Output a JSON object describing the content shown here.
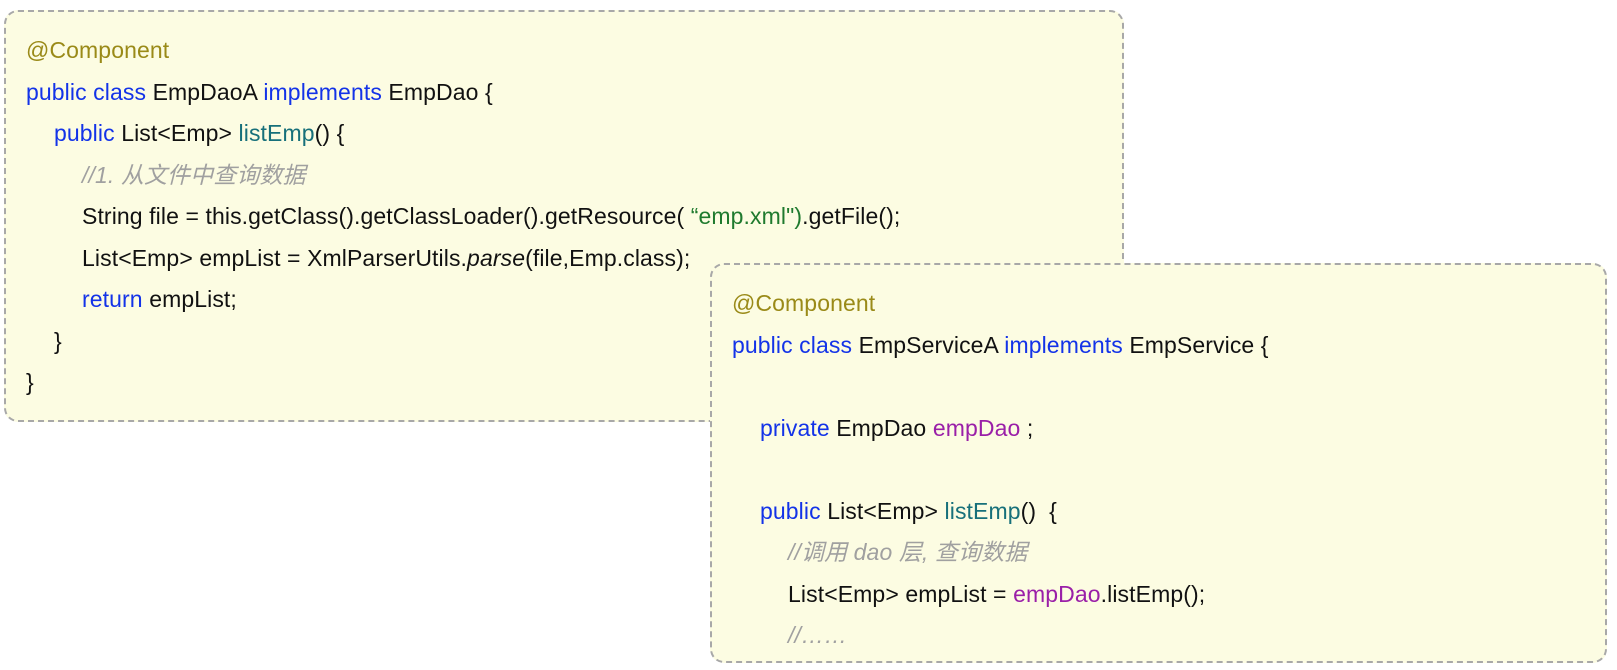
{
  "page": {
    "background_color": "#ffffff",
    "card_background_color": "#FCFCE2",
    "card_border_color": "#A8A8A8"
  },
  "palette": {
    "annotation": "#9A8A18",
    "keyword": "#1333E8",
    "plain": "#111111",
    "method": "#17707A",
    "string": "#1F7A2E",
    "field": "#9A1FA8",
    "comment": "#A0A0A0"
  },
  "cards": [
    {
      "id": "emp-dao-a",
      "title": "EmpDaoA",
      "lines": [
        {
          "indent": 0,
          "tokens": [
            {
              "t": "@Component",
              "c": "ann"
            }
          ]
        },
        {
          "indent": 0,
          "tokens": [
            {
              "t": "public class ",
              "c": "kw"
            },
            {
              "t": "EmpDaoA ",
              "c": "plain"
            },
            {
              "t": "implements ",
              "c": "kw"
            },
            {
              "t": "EmpDao {",
              "c": "plain"
            }
          ]
        },
        {
          "indent": 1,
          "tokens": [
            {
              "t": "public ",
              "c": "kw"
            },
            {
              "t": "List<Emp> ",
              "c": "plain"
            },
            {
              "t": "listEmp",
              "c": "method"
            },
            {
              "t": "() {",
              "c": "plain"
            }
          ]
        },
        {
          "indent": 2,
          "tokens": [
            {
              "t": "//1. 从文件中查询数据",
              "c": "comment"
            }
          ]
        },
        {
          "indent": 2,
          "tokens": [
            {
              "t": "String file = this.getClass().getClassLoader().getResource( ",
              "c": "plain"
            },
            {
              "t": "“emp.xml\")",
              "c": "string"
            },
            {
              "t": ".getFile();",
              "c": "plain"
            }
          ]
        },
        {
          "indent": 2,
          "tokens": [
            {
              "t": "List<Emp> empList = XmlParserUtils.",
              "c": "plain"
            },
            {
              "t": "parse",
              "c": "italic"
            },
            {
              "t": "(file,Emp.class);",
              "c": "plain"
            }
          ]
        },
        {
          "indent": 2,
          "tokens": [
            {
              "t": "return ",
              "c": "kw"
            },
            {
              "t": "empList;",
              "c": "plain"
            }
          ]
        },
        {
          "indent": 1,
          "tokens": [
            {
              "t": "}",
              "c": "plain"
            }
          ]
        },
        {
          "indent": 0,
          "tokens": [
            {
              "t": "}",
              "c": "plain"
            }
          ]
        }
      ]
    },
    {
      "id": "emp-service-a",
      "title": "EmpServiceA",
      "lines": [
        {
          "indent": 0,
          "tokens": [
            {
              "t": "@Component",
              "c": "ann"
            }
          ]
        },
        {
          "indent": 0,
          "tokens": [
            {
              "t": "public class ",
              "c": "kw"
            },
            {
              "t": "EmpServiceA ",
              "c": "plain"
            },
            {
              "t": "implements ",
              "c": "kw"
            },
            {
              "t": "EmpService {",
              "c": "plain"
            }
          ]
        },
        {
          "indent": 0,
          "tokens": [
            {
              "t": " ",
              "c": "plain"
            }
          ]
        },
        {
          "indent": 1,
          "tokens": [
            {
              "t": "private ",
              "c": "kw"
            },
            {
              "t": "EmpDao ",
              "c": "plain"
            },
            {
              "t": "empDao",
              "c": "field"
            },
            {
              "t": " ;",
              "c": "plain"
            }
          ]
        },
        {
          "indent": 0,
          "tokens": [
            {
              "t": " ",
              "c": "plain"
            }
          ]
        },
        {
          "indent": 1,
          "tokens": [
            {
              "t": "public ",
              "c": "kw"
            },
            {
              "t": "List<Emp> ",
              "c": "plain"
            },
            {
              "t": "listEmp",
              "c": "method"
            },
            {
              "t": "()  {",
              "c": "plain"
            }
          ]
        },
        {
          "indent": 2,
          "tokens": [
            {
              "t": "//调用 dao 层, 查询数据",
              "c": "comment"
            }
          ]
        },
        {
          "indent": 2,
          "tokens": [
            {
              "t": "List<Emp> empList = ",
              "c": "plain"
            },
            {
              "t": "empDao",
              "c": "field"
            },
            {
              "t": ".listEmp();",
              "c": "plain"
            }
          ]
        },
        {
          "indent": 2,
          "tokens": [
            {
              "t": "//……",
              "c": "comment"
            }
          ]
        }
      ]
    }
  ]
}
